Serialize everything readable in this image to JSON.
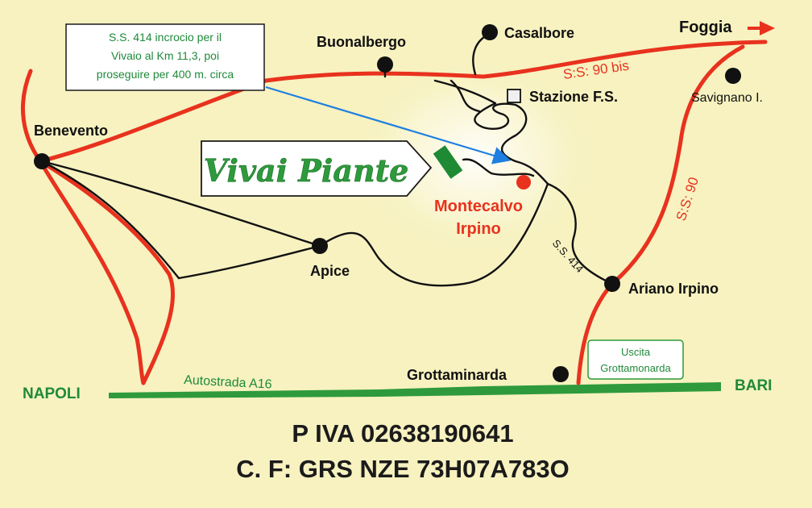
{
  "colors": {
    "background": "#f7f2c0",
    "main_road": "#e8321e",
    "secondary_road": "#111111",
    "motorway": "#2e9a3c",
    "route_arrow": "#1f7fe0",
    "note_text": "#1f8a3a",
    "highlight_town": "#e8321e",
    "ids_text": "#1b1b1b"
  },
  "callout_note": {
    "lines": [
      "S.S. 414 incrocio per il",
      "Vivaio al Km 11,3, poi",
      "proseguire per 400 m. circa"
    ]
  },
  "banner": {
    "text": "Vivai Piante"
  },
  "towns": {
    "benevento": "Benevento",
    "buonalbergo": "Buonalbergo",
    "casalbore": "Casalbore",
    "stazione": "Stazione F.S.",
    "savignano": "Savignano I.",
    "montecalvo_1": "Montecalvo",
    "montecalvo_2": "Irpino",
    "apice": "Apice",
    "ariano": "Ariano Irpino",
    "grottaminarda": "Grottaminarda"
  },
  "destinations": {
    "foggia": "Foggia",
    "napoli": "NAPOLI",
    "bari": "BARI"
  },
  "road_labels": {
    "ss90bis": "S:S: 90 bis",
    "ss90": "S:S: 90",
    "ss414": "S.S. 414",
    "a16": "Autostrada A16"
  },
  "exit_box": {
    "line1": "Uscita",
    "line2": "Grottamonarda"
  },
  "footer": {
    "piva": "P IVA 02638190641",
    "cf": "C. F: GRS NZE 73H07A783O"
  }
}
